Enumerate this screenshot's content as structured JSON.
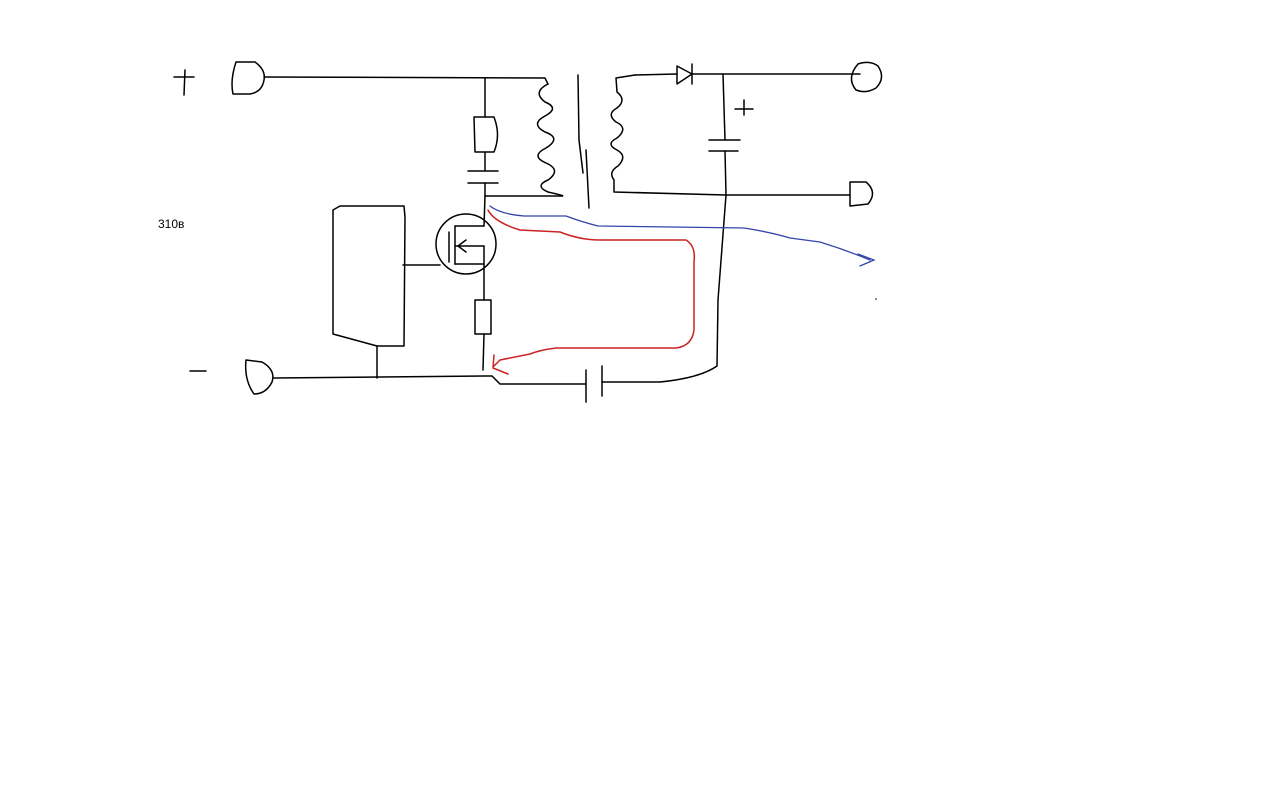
{
  "diagram": {
    "labels": {
      "plus_terminal": "+",
      "minus_terminal": "−",
      "voltage": "310в",
      "capacitor_plus": "+"
    },
    "colors": {
      "wire": "#000000",
      "red_current_path": "#cc2222",
      "blue_current_path": "#3344aa",
      "background": "#ffffff"
    },
    "components": [
      "input-plus-terminal",
      "input-minus-terminal",
      "transformer-primary",
      "transformer-secondary",
      "snubber-resistor",
      "snubber-capacitor",
      "mosfet",
      "controller-ic",
      "current-sense-resistor",
      "output-diode",
      "output-capacitor",
      "output-terminal-top",
      "output-terminal-bottom",
      "y-capacitor"
    ]
  }
}
